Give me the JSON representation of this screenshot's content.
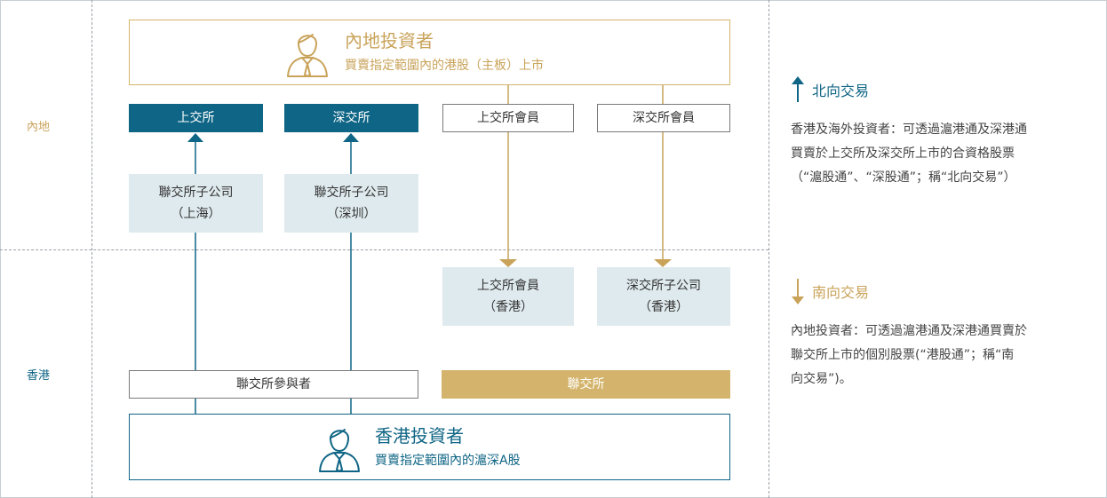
{
  "regions": {
    "mainland": "內地",
    "hongkong": "香港"
  },
  "mainland_investor": {
    "title": "內地投資者",
    "subtitle": "買賣指定範圍內的港股（主板）上市"
  },
  "hk_investor": {
    "title": "香港投資者",
    "subtitle": "買賣指定範圍內的滬深A股"
  },
  "boxes": {
    "sse": "上交所",
    "szse": "深交所",
    "sse_member": "上交所會員",
    "szse_member": "深交所會員",
    "sub_sh_1": "聯交所子公司",
    "sub_sh_2": "（上海）",
    "sub_sz_1": "聯交所子公司",
    "sub_sz_2": "（深圳）",
    "sse_member_hk_1": "上交所會員",
    "sse_member_hk_2": "（香港）",
    "szse_sub_hk_1": "深交所子公司",
    "szse_sub_hk_2": "（香港）",
    "sehk_participant": "聯交所參與者",
    "sehk": "聯交所"
  },
  "northbound": {
    "heading": "北向交易",
    "lines": [
      "香港及海外投資者：可透過滬港通及深港通",
      "買賣於上交所及深交所上市的合資格股票",
      "（“滬股通”、“深股通”；稱“北向交易”）"
    ]
  },
  "southbound": {
    "heading": "南向交易",
    "lines": [
      "內地投資者：可透過滬港通及深港通買賣於",
      "聯交所上市的個別股票(“港股通”；稱“南",
      "向交易”)。"
    ]
  },
  "colors": {
    "blue": "#0f6585",
    "gold": "#c9a35a",
    "gold_fill": "#d4b46c",
    "light": "#dfeaee"
  }
}
